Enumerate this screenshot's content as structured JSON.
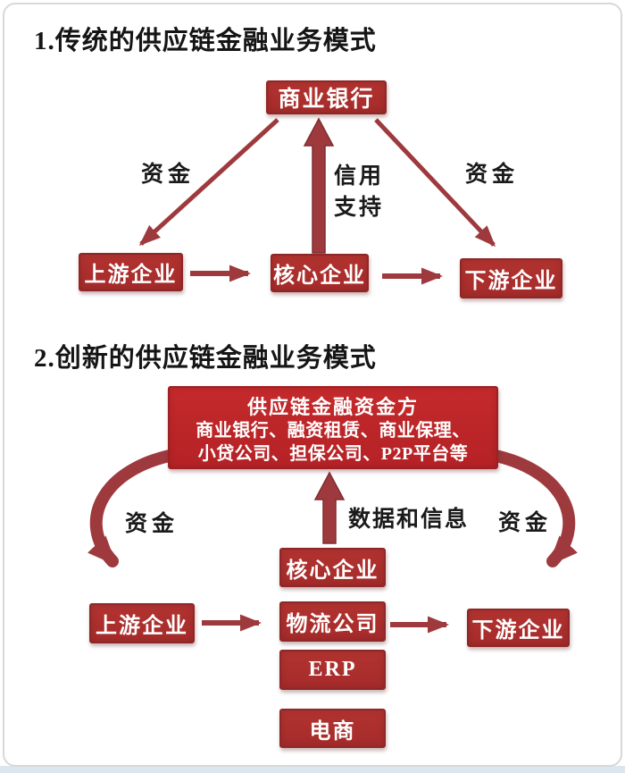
{
  "colors": {
    "box_red": "#b23330",
    "box_red_deep": "#a52b2a",
    "box_border": "#8e2727",
    "big_box_red": "#c42a2c",
    "big_box_deep": "#b52226",
    "big_box_border": "#9e2023",
    "arrow_red": "#9e3a3e",
    "arrow_dark": "#7f2c30",
    "page_border": "#d8d8d8",
    "bottom_strip": "#dce6ef"
  },
  "sections": [
    {
      "title": "1.传统的供应链金融业务模式",
      "nodes": {
        "bank": "商业银行",
        "upstream": "上游企业",
        "core": "核心企业",
        "downstream": "下游企业"
      },
      "edge_labels": {
        "funds_left": "资金",
        "credit_line1": "信用",
        "credit_line2": "支持",
        "funds_right": "资金"
      }
    },
    {
      "title": "2.创新的供应链金融业务模式",
      "funder_box": {
        "heading": "供应链金融资金方",
        "members_line1": "商业银行、融资租赁、商业保理、",
        "members_line2": "小贷公司、担保公司、P2P平台等"
      },
      "nodes": {
        "core": "核心企业",
        "logistics": "物流公司",
        "erp": "ERP",
        "ecommerce": "电商",
        "upstream": "上游企业",
        "downstream": "下游企业"
      },
      "edge_labels": {
        "funds_left": "资金",
        "data_info": "数据和信息",
        "funds_right": "资金"
      }
    }
  ]
}
